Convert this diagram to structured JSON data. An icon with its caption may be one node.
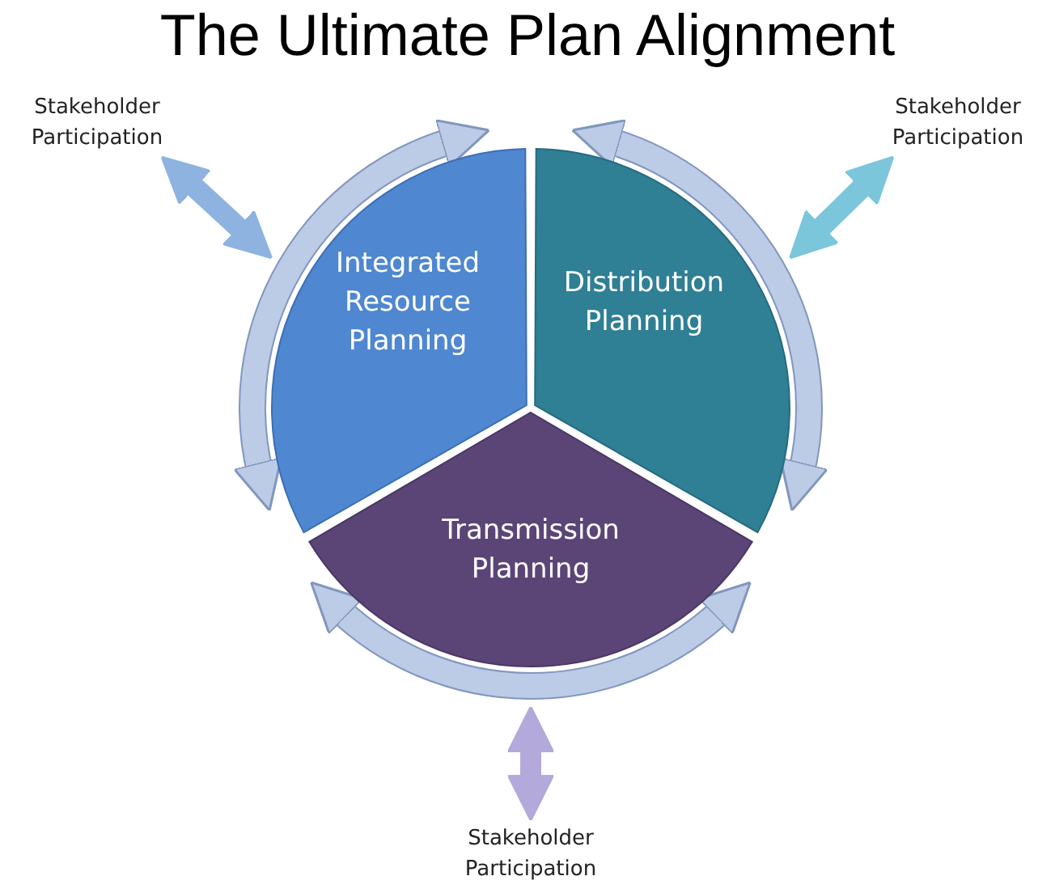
{
  "diagram": {
    "title": "The Ultimate Plan Alignment",
    "nodes": [
      {
        "text": [
          "Integrated Resource Planning"
        ]
      },
      {
        "text": [
          "Distribution Planning"
        ]
      },
      {
        "text": [
          "Transmission Planning"
        ]
      },
      {
        "text": [
          "Stakeholder Participation"
        ]
      },
      {
        "text": [
          "Stakeholder Participation"
        ]
      },
      {
        "text": [
          "Stakeholder Participation"
        ]
      }
    ],
    "edges": [
      {
        "from": 2,
        "to": 1,
        "arrow": "both"
      },
      {
        "from": 0,
        "to": 2,
        "arrow": "both"
      },
      {
        "from": 1,
        "to": 0,
        "arrow": "both"
      },
      {
        "from": 3,
        "to": 0,
        "arrow": "both",
        "color": "#8fb3e0"
      },
      {
        "from": 4,
        "to": 1,
        "arrow": "both",
        "color": "#7cc6dc"
      },
      {
        "from": 5,
        "to": 2,
        "arrow": "both",
        "color": "#b3a9da"
      }
    ]
  }
}
